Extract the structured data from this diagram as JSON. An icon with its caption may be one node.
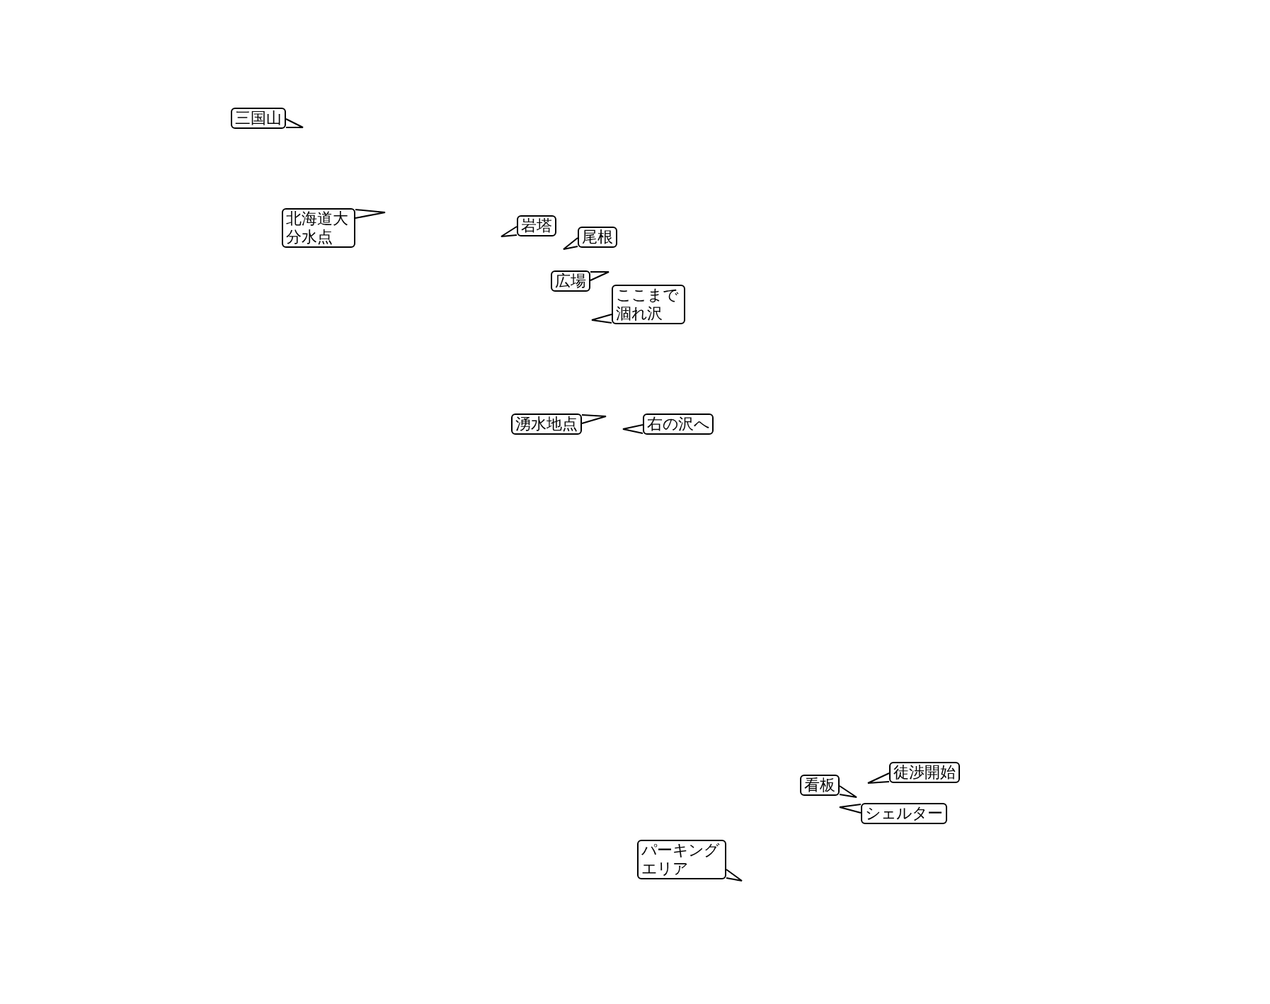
{
  "diagram": {
    "nodes": [
      {
        "text": [
          "三国山"
        ]
      },
      {
        "text": [
          "北海道大分水点"
        ]
      },
      {
        "text": [
          "岩塔"
        ]
      },
      {
        "text": [
          "尾根"
        ]
      },
      {
        "text": [
          "広場"
        ]
      },
      {
        "text": [
          "ここまで涸れ沢"
        ]
      },
      {
        "text": [
          "湧水地点"
        ]
      },
      {
        "text": [
          "右の沢へ"
        ]
      },
      {
        "text": [
          "徒渉開始"
        ]
      },
      {
        "text": [
          "看板"
        ]
      },
      {
        "text": [
          "シェルター"
        ]
      },
      {
        "text": [
          "パーキングエリア"
        ]
      }
    ],
    "edges": [
      {
        "from": 0,
        "to": null,
        "arrow": "to"
      },
      {
        "from": 1,
        "to": null,
        "arrow": "to"
      },
      {
        "from": 2,
        "to": null,
        "arrow": "to"
      },
      {
        "from": 3,
        "to": null,
        "arrow": "to"
      },
      {
        "from": 4,
        "to": null,
        "arrow": "to"
      },
      {
        "from": 5,
        "to": null,
        "arrow": "to"
      },
      {
        "from": 6,
        "to": null,
        "arrow": "to"
      },
      {
        "from": 7,
        "to": null,
        "arrow": "to"
      },
      {
        "from": 8,
        "to": null,
        "arrow": "to"
      },
      {
        "from": 9,
        "to": null,
        "arrow": "to"
      },
      {
        "from": 10,
        "to": null,
        "arrow": "to"
      },
      {
        "from": 11,
        "to": null,
        "arrow": "to"
      }
    ]
  }
}
